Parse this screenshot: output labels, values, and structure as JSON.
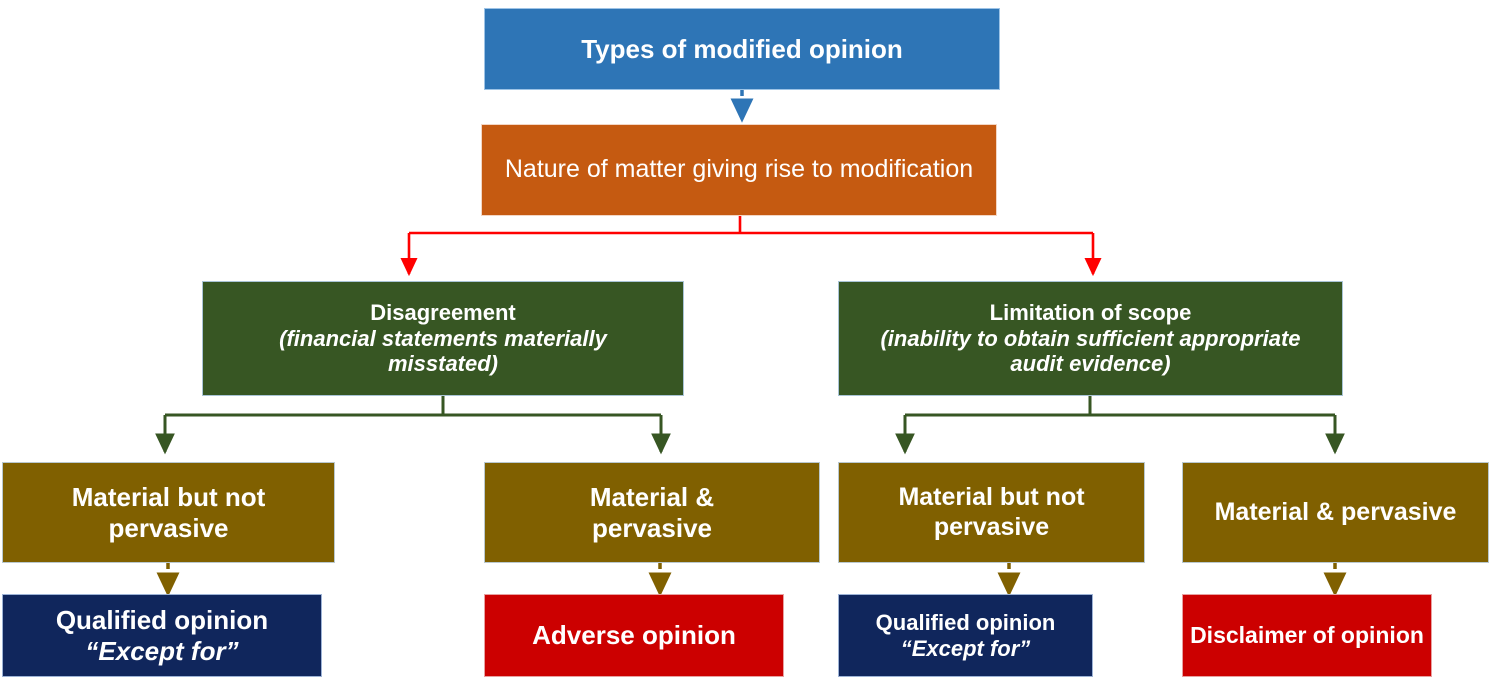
{
  "diagram": {
    "title_node": {
      "label": "Types of modified opinion",
      "color": "#2E75B6"
    },
    "nature_node": {
      "label": "Nature of matter giving rise to modification",
      "color": "#C55A11"
    },
    "causes": [
      {
        "heading": "Disagreement",
        "detail_line1": "(financial statements materially",
        "detail_line2": "misstated)",
        "color": "#375623"
      },
      {
        "heading": "Limitation of scope",
        "detail_line1": "(inability to obtain sufficient appropriate",
        "detail_line2": "audit evidence)",
        "color": "#375623"
      }
    ],
    "degrees": [
      {
        "line1": "Material but not",
        "line2": "pervasive",
        "color": "#806000"
      },
      {
        "line1": "Material &",
        "line2": "pervasive",
        "color": "#806000"
      },
      {
        "line1": "Material but not",
        "line2": "pervasive",
        "color": "#806000"
      },
      {
        "line1": "Material & pervasive",
        "line2": "",
        "color": "#806000"
      }
    ],
    "opinions": [
      {
        "line1": "Qualified opinion",
        "line2": "“Except for”",
        "color": "#10265C"
      },
      {
        "line1": "Adverse opinion",
        "line2": "",
        "color": "#CC0000"
      },
      {
        "line1": "Qualified opinion",
        "line2": "“Except for”",
        "color": "#10265C"
      },
      {
        "line1": "Disclaimer of opinion",
        "line2": "",
        "color": "#CC0000"
      }
    ],
    "connectors": {
      "title_to_nature": {
        "style": "dashed",
        "color": "#2E75B6"
      },
      "nature_to_causes": {
        "style": "solid",
        "color": "#FF0000"
      },
      "causes_to_degrees": {
        "style": "solid",
        "color": "#375623"
      },
      "degrees_to_opinions": {
        "style": "dashed",
        "color": "#806000"
      }
    }
  }
}
